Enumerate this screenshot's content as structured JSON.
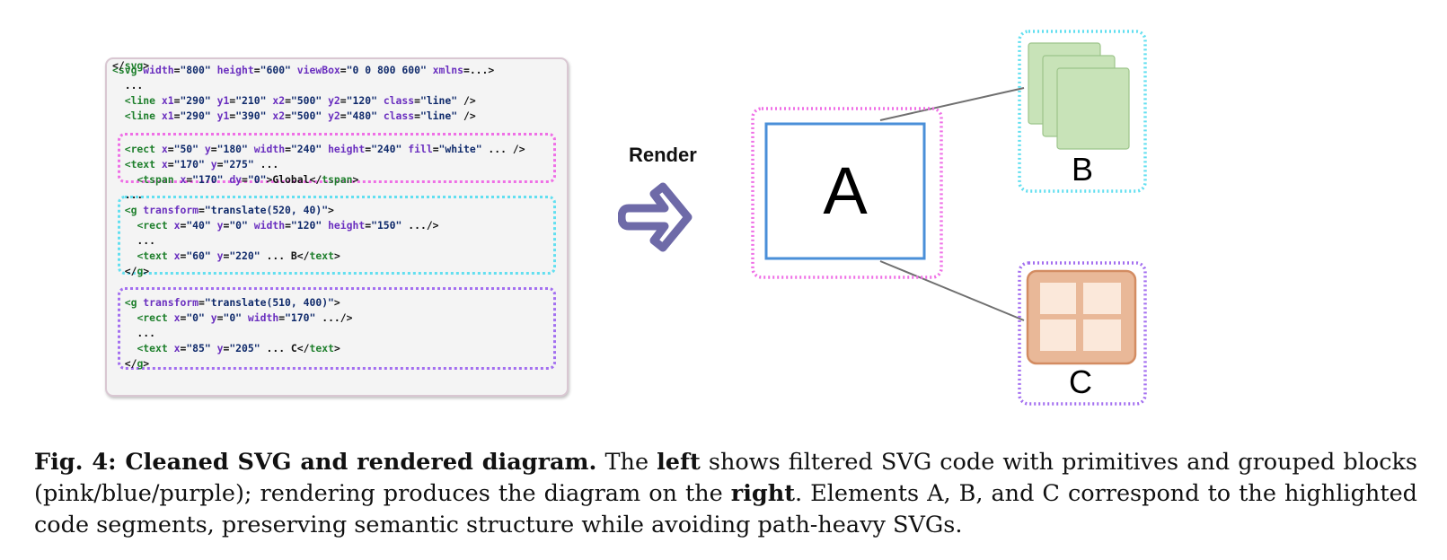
{
  "code": {
    "lines": [
      [
        [
          "tag",
          "<svg "
        ],
        [
          "attr",
          "width"
        ],
        [
          "punc",
          "="
        ],
        [
          "val",
          "\"800\""
        ],
        [
          "punc",
          " "
        ],
        [
          "attr",
          "height"
        ],
        [
          "punc",
          "="
        ],
        [
          "val",
          "\"600\""
        ],
        [
          "punc",
          " "
        ],
        [
          "attr",
          "viewBox"
        ],
        [
          "punc",
          "="
        ],
        [
          "val",
          "\"0 0 800 600\""
        ],
        [
          "punc",
          " "
        ],
        [
          "attr",
          "xmlns"
        ],
        [
          "punc",
          "=...>"
        ]
      ],
      [
        [
          "punc",
          "  ..."
        ]
      ],
      [
        [
          "punc",
          "  "
        ],
        [
          "tag",
          "<line "
        ],
        [
          "attr",
          "x1"
        ],
        [
          "punc",
          "="
        ],
        [
          "val",
          "\"290\""
        ],
        [
          "punc",
          " "
        ],
        [
          "attr",
          "y1"
        ],
        [
          "punc",
          "="
        ],
        [
          "val",
          "\"210\""
        ],
        [
          "punc",
          " "
        ],
        [
          "attr",
          "x2"
        ],
        [
          "punc",
          "="
        ],
        [
          "val",
          "\"500\""
        ],
        [
          "punc",
          " "
        ],
        [
          "attr",
          "y2"
        ],
        [
          "punc",
          "="
        ],
        [
          "val",
          "\"120\""
        ],
        [
          "punc",
          " "
        ],
        [
          "attr",
          "class"
        ],
        [
          "punc",
          "="
        ],
        [
          "val",
          "\"line\""
        ],
        [
          "punc",
          " />"
        ]
      ],
      [
        [
          "punc",
          "  "
        ],
        [
          "tag",
          "<line "
        ],
        [
          "attr",
          "x1"
        ],
        [
          "punc",
          "="
        ],
        [
          "val",
          "\"290\""
        ],
        [
          "punc",
          " "
        ],
        [
          "attr",
          "y1"
        ],
        [
          "punc",
          "="
        ],
        [
          "val",
          "\"390\""
        ],
        [
          "punc",
          " "
        ],
        [
          "attr",
          "x2"
        ],
        [
          "punc",
          "="
        ],
        [
          "val",
          "\"500\""
        ],
        [
          "punc",
          " "
        ],
        [
          "attr",
          "y2"
        ],
        [
          "punc",
          "="
        ],
        [
          "val",
          "\"480\""
        ],
        [
          "punc",
          " "
        ],
        [
          "attr",
          "class"
        ],
        [
          "punc",
          "="
        ],
        [
          "val",
          "\"line\""
        ],
        [
          "punc",
          " />"
        ]
      ],
      [
        [
          "punc",
          "  "
        ],
        [
          "tag",
          "<rect "
        ],
        [
          "attr",
          "x"
        ],
        [
          "punc",
          "="
        ],
        [
          "val",
          "\"50\""
        ],
        [
          "punc",
          " "
        ],
        [
          "attr",
          "y"
        ],
        [
          "punc",
          "="
        ],
        [
          "val",
          "\"180\""
        ],
        [
          "punc",
          " "
        ],
        [
          "attr",
          "width"
        ],
        [
          "punc",
          "="
        ],
        [
          "val",
          "\"240\""
        ],
        [
          "punc",
          " "
        ],
        [
          "attr",
          "height"
        ],
        [
          "punc",
          "="
        ],
        [
          "val",
          "\"240\""
        ],
        [
          "punc",
          " "
        ],
        [
          "attr",
          "fill"
        ],
        [
          "punc",
          "="
        ],
        [
          "val",
          "\"white\""
        ],
        [
          "punc",
          " ... />"
        ]
      ],
      [
        [
          "punc",
          "  "
        ],
        [
          "tag",
          "<text "
        ],
        [
          "attr",
          "x"
        ],
        [
          "punc",
          "="
        ],
        [
          "val",
          "\"170\""
        ],
        [
          "punc",
          " "
        ],
        [
          "attr",
          "y"
        ],
        [
          "punc",
          "="
        ],
        [
          "val",
          "\"275\""
        ],
        [
          "punc",
          " ..."
        ]
      ],
      [
        [
          "punc",
          "    "
        ],
        [
          "tag",
          "<tspan "
        ],
        [
          "attr",
          "x"
        ],
        [
          "punc",
          "="
        ],
        [
          "val",
          "\"170\""
        ],
        [
          "punc",
          " "
        ],
        [
          "attr",
          "dy"
        ],
        [
          "punc",
          "="
        ],
        [
          "val",
          "\"0\""
        ],
        [
          "punc",
          ">Global</"
        ],
        [
          "tag",
          "tspan"
        ],
        [
          "punc",
          ">"
        ]
      ],
      [
        [
          "punc",
          "  ..."
        ]
      ],
      [
        [
          "punc",
          "  "
        ],
        [
          "tag",
          "<g "
        ],
        [
          "attr",
          "transform"
        ],
        [
          "punc",
          "="
        ],
        [
          "val",
          "\"translate(520, 40)\""
        ],
        [
          "punc",
          ">"
        ]
      ],
      [
        [
          "punc",
          "    "
        ],
        [
          "tag",
          "<rect "
        ],
        [
          "attr",
          "x"
        ],
        [
          "punc",
          "="
        ],
        [
          "val",
          "\"40\""
        ],
        [
          "punc",
          " "
        ],
        [
          "attr",
          "y"
        ],
        [
          "punc",
          "="
        ],
        [
          "val",
          "\"0\""
        ],
        [
          "punc",
          " "
        ],
        [
          "attr",
          "width"
        ],
        [
          "punc",
          "="
        ],
        [
          "val",
          "\"120\""
        ],
        [
          "punc",
          " "
        ],
        [
          "attr",
          "height"
        ],
        [
          "punc",
          "="
        ],
        [
          "val",
          "\"150\""
        ],
        [
          "punc",
          " .../>"
        ]
      ],
      [
        [
          "punc",
          "    ..."
        ]
      ],
      [
        [
          "punc",
          "    "
        ],
        [
          "tag",
          "<text "
        ],
        [
          "attr",
          "x"
        ],
        [
          "punc",
          "="
        ],
        [
          "val",
          "\"60\""
        ],
        [
          "punc",
          " "
        ],
        [
          "attr",
          "y"
        ],
        [
          "punc",
          "="
        ],
        [
          "val",
          "\"220\""
        ],
        [
          "punc",
          " ... B</"
        ],
        [
          "tag",
          "text"
        ],
        [
          "punc",
          ">"
        ]
      ],
      [
        [
          "punc",
          "  </"
        ],
        [
          "tag",
          "g"
        ],
        [
          "punc",
          ">"
        ]
      ],
      [
        [
          "punc",
          "  "
        ],
        [
          "tag",
          "<g "
        ],
        [
          "attr",
          "transform"
        ],
        [
          "punc",
          "="
        ],
        [
          "val",
          "\"translate(510, 400)\""
        ],
        [
          "punc",
          ">"
        ]
      ],
      [
        [
          "punc",
          "    "
        ],
        [
          "tag",
          "<rect "
        ],
        [
          "attr",
          "x"
        ],
        [
          "punc",
          "="
        ],
        [
          "val",
          "\"0\""
        ],
        [
          "punc",
          " "
        ],
        [
          "attr",
          "y"
        ],
        [
          "punc",
          "="
        ],
        [
          "val",
          "\"0\""
        ],
        [
          "punc",
          " "
        ],
        [
          "attr",
          "width"
        ],
        [
          "punc",
          "="
        ],
        [
          "val",
          "\"170\""
        ],
        [
          "punc",
          " .../>"
        ]
      ],
      [
        [
          "punc",
          "    ..."
        ]
      ],
      [
        [
          "punc",
          "    "
        ],
        [
          "tag",
          "<text "
        ],
        [
          "attr",
          "x"
        ],
        [
          "punc",
          "="
        ],
        [
          "val",
          "\"85\""
        ],
        [
          "punc",
          " "
        ],
        [
          "attr",
          "y"
        ],
        [
          "punc",
          "="
        ],
        [
          "val",
          "\"205\""
        ],
        [
          "punc",
          " ... C</"
        ],
        [
          "tag",
          "text"
        ],
        [
          "punc",
          ">"
        ]
      ],
      [
        [
          "punc",
          "  </"
        ],
        [
          "tag",
          "g"
        ],
        [
          "punc",
          ">"
        ]
      ],
      [
        [
          "punc",
          "</"
        ],
        [
          "tag",
          "svg"
        ],
        [
          "punc",
          ">"
        ]
      ]
    ]
  },
  "arrow": {
    "label": "Render"
  },
  "diagram": {
    "label_a": "A",
    "label_b": "B",
    "label_c": "C"
  },
  "caption": {
    "fig_label": "Fig. 4: Cleaned SVG and rendered diagram.",
    "part1": " The ",
    "left": "left",
    "part2": " shows filtered SVG code with primitives and grouped blocks (pink/blue/purple); rendering produces the diagram on the ",
    "right": "right",
    "part3": ". Elements A, B, and C correspond to the highlighted code segments, preserving semantic structure while avoiding path-heavy SVGs."
  },
  "colors": {
    "tag": "#1e7f2c",
    "attr": "#6a2fbf",
    "value": "#0f2a6b",
    "pink": "#ef6fe6",
    "cyan": "#62dff0",
    "purple": "#a36ff0",
    "box_a": "#4a8fd8",
    "arrow": "#6e6aa8",
    "green": "#c8e3b8",
    "orange": "#e9b898"
  }
}
